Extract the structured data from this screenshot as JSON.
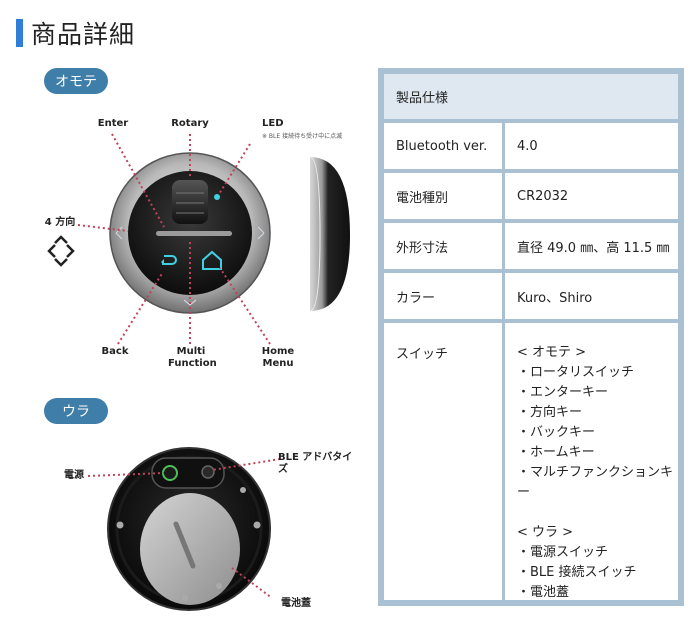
{
  "header": {
    "title": "商品詳細"
  },
  "front": {
    "pill": "オモテ",
    "labels": {
      "enter": "Enter",
      "rotary": "Rotary",
      "led": "LED",
      "led_note": "※ BLE 接続待ち受け中に点滅",
      "direction": "4 方向",
      "back": "Back",
      "multi1": "Multi",
      "multi2": "Function",
      "home1": "Home",
      "home2": "Menu"
    }
  },
  "back": {
    "pill": "ウラ",
    "labels": {
      "power": "電源",
      "ble": "BLE アドバタイズ",
      "battery_cover": "電池蓋"
    }
  },
  "spec": {
    "header": "製品仕様",
    "rows": [
      {
        "label": "Bluetooth ver.",
        "value": "4.0"
      },
      {
        "label": "電池種別",
        "value": "CR2032"
      },
      {
        "label": "外形寸法",
        "value": "直径 49.0 ㎜、高 11.5 ㎜"
      },
      {
        "label": "カラー",
        "value": "Kuro、Shiro"
      }
    ],
    "switch_label": "スイッチ",
    "switch_lines": [
      "< オモテ >",
      "・ロータリスイッチ",
      "・エンターキー",
      "・方向キー",
      "・バックキー",
      "・ホームキー",
      "・マルチファンクションキー",
      "",
      "< ウラ >",
      "・電源スイッチ",
      "・BLE 接続スイッチ",
      "・電池蓋"
    ]
  },
  "colors": {
    "accent_bar": "#2f7fd8",
    "pill": "#3f7ea9",
    "table_border": "#a9c1d3",
    "table_header": "#dfe8f0",
    "callout_dots": "#c0435a",
    "device_led": "#33c6d8"
  }
}
